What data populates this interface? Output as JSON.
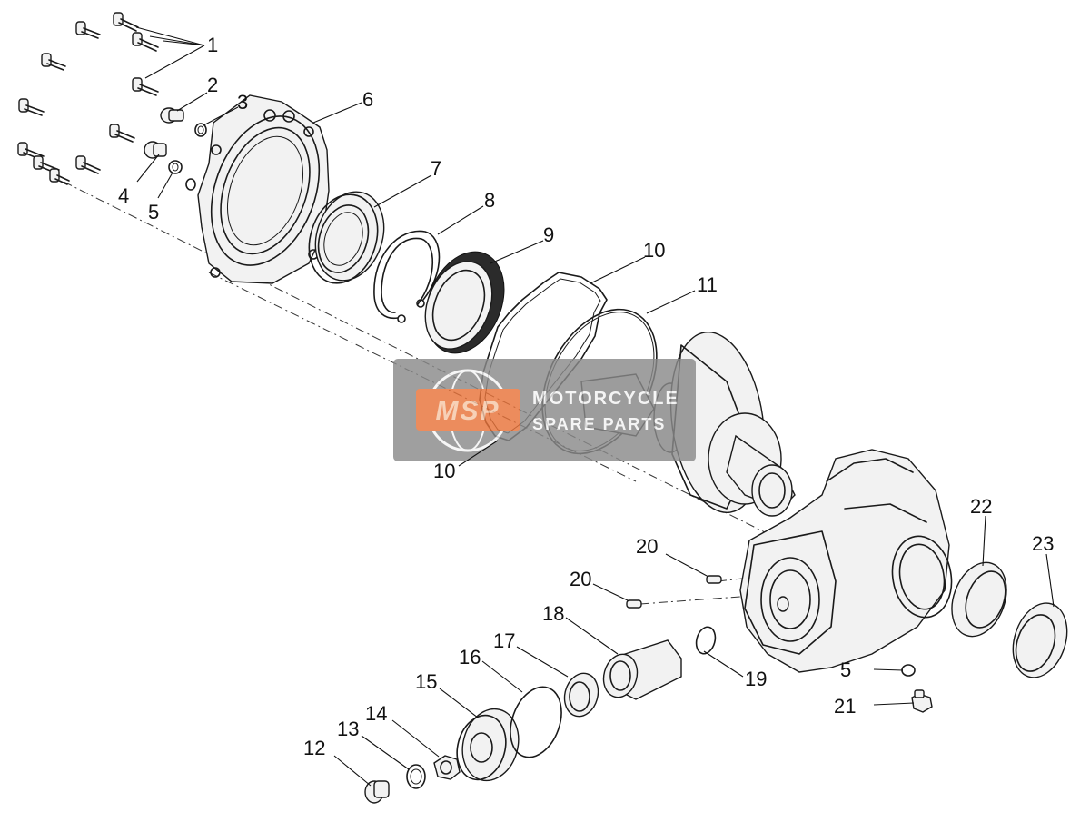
{
  "callouts": [
    "1",
    "2",
    "3",
    "4",
    "5",
    "6",
    "7",
    "8",
    "9",
    "10",
    "11",
    "12",
    "13",
    "14",
    "15",
    "16",
    "17",
    "18",
    "19",
    "20",
    "21",
    "22",
    "23"
  ],
  "watermark": {
    "logo": "MSP",
    "line1": "MOTORCYCLE",
    "line2": "SPARE PARTS"
  },
  "colors": {
    "watermark_bg": "#8a8a8a",
    "logo_orange": "#e8733a",
    "line": "#1a1a1a"
  }
}
